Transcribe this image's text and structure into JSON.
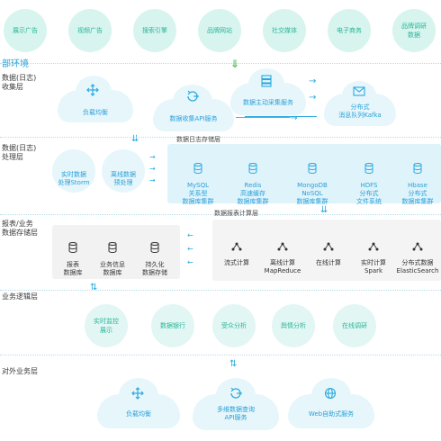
{
  "sources": [
    "展示广告",
    "视频广告",
    "搜索引擎",
    "品牌网站",
    "社交媒体",
    "电子商务",
    "品牌调研\n数据"
  ],
  "env_label": "部环境",
  "layers": {
    "collect": "数据(日志)\n收集层",
    "process": "数据(日志)\n处理层",
    "report": "报表/业务\n数据存储层",
    "logic": "业务逻辑层",
    "external": "对外业务层"
  },
  "collect": {
    "lb": "负载均衡",
    "api": "数据收集API服务",
    "active": "数据主动采集服务",
    "mq": "分布式\n消息队列Kafka"
  },
  "process": {
    "storm": "实时数据\n处理Storm",
    "offline": "离线数据\n预处理",
    "log_store_title": "数据日志存储层",
    "stores": [
      "MySQL\n关系型\n数据库集群",
      "Redis\n高速缓存\n数据库集群",
      "MongoDB\nNoSQL\n数据库集群",
      "HDFS\n分布式\n文件系统",
      "Hbase\n分布式\n数据库集群"
    ]
  },
  "report": {
    "stores": [
      "报表\n数据库",
      "业务信息\n数据库",
      "持久化\n数据存储"
    ],
    "compute_title": "数据报表计算层",
    "compute": [
      "流式计算",
      "离线计算\nMapReduce",
      "在线计算",
      "实时计算\nSpark",
      "分布式数据\nElasticSearch"
    ]
  },
  "logic": [
    "实时监控\n展示",
    "数据银行",
    "受众分析",
    "舆情分析",
    "在线调研"
  ],
  "external": {
    "lb": "负载均衡",
    "query": "多维数据查询\nAPI服务",
    "web": "Web自助式服务"
  },
  "colors": {
    "source_bg": "#d8f4ee",
    "source_text": "#28b79a",
    "cloud": "#e6f6fb",
    "panel_blue": "#dff3fb",
    "panel_gray": "#f2f2f2",
    "accent": "#2aa9e0",
    "green_arrow": "#57c05a"
  }
}
